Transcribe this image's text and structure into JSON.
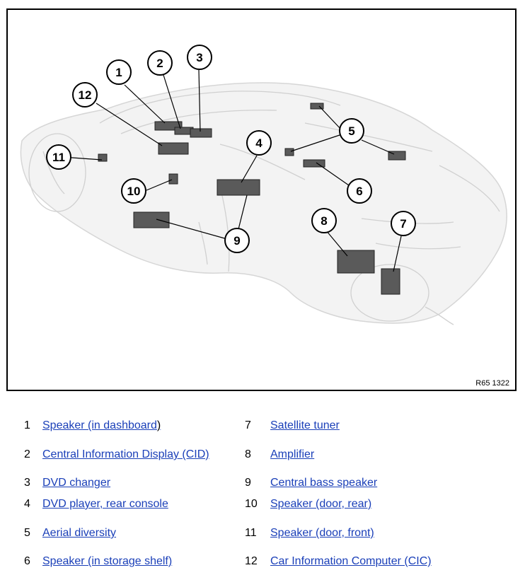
{
  "figure": {
    "code": "R65 1322",
    "callouts": [
      "1",
      "2",
      "3",
      "4",
      "5",
      "6",
      "7",
      "8",
      "9",
      "10",
      "11",
      "12"
    ]
  },
  "legend": {
    "items": [
      {
        "num": "1",
        "label": "Speaker (in dashboard",
        "suffix": ")"
      },
      {
        "num": "2",
        "label": "Central Information Display (CID)",
        "suffix": ""
      },
      {
        "num": "3",
        "label": "DVD changer",
        "suffix": ""
      },
      {
        "num": "4",
        "label": "DVD player, rear console",
        "suffix": ""
      },
      {
        "num": "5",
        "label": "Aerial diversity",
        "suffix": ""
      },
      {
        "num": "6",
        "label": "Speaker (in storage shelf)",
        "suffix": ""
      },
      {
        "num": "7",
        "label": "Satellite tuner",
        "suffix": ""
      },
      {
        "num": "8",
        "label": "Amplifier",
        "suffix": ""
      },
      {
        "num": "9",
        "label": "Central bass speaker",
        "suffix": ""
      },
      {
        "num": "10",
        "label": "Speaker (door, rear)",
        "suffix": ""
      },
      {
        "num": "11",
        "label": "Speaker (door, front)",
        "suffix": ""
      },
      {
        "num": "12",
        "label": "Car Information Computer (CIC)",
        "suffix": ""
      }
    ]
  }
}
